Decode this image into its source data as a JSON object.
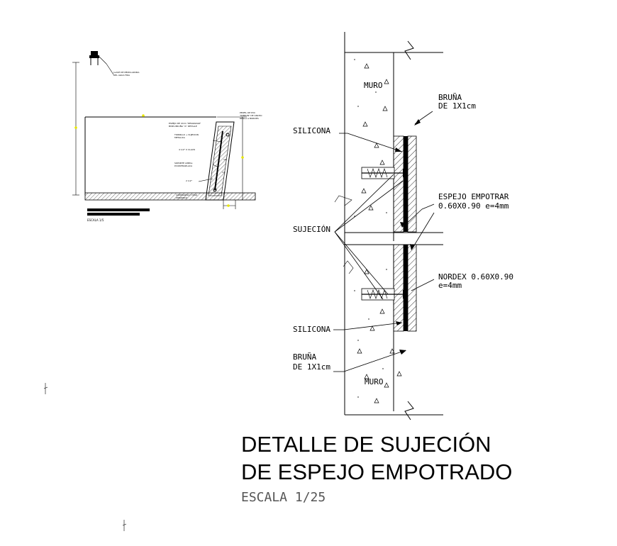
{
  "main_detail": {
    "labels": {
      "muro_top": "MURO",
      "muro_bottom": "MURO",
      "bruna_top_1": "BRUÑA",
      "bruna_top_2": "DE 1X1cm",
      "silicona_top": "SILICONA",
      "espejo_1": "ESPEJO EMPOTRAR",
      "espejo_2": "0.60X0.90 e=4mm",
      "sujecion": "SUJECIÓN",
      "nordex_1": "NORDEX 0.60X0.90",
      "nordex_2": "e=4mm",
      "silicona_bottom": "SILICONA",
      "bruna_bottom_1": "BRUÑA",
      "bruna_bottom_2": "DE 1X1cm"
    }
  },
  "title_block": {
    "title_line1": "DETALLE DE SUJECIÓN",
    "title_line2": "DE ESPEJO EMPOTRADO",
    "scale": "ESCALA 1/25"
  },
  "small_detail": {
    "scale": "ESCALA 1/5"
  },
  "colors": {
    "line": "#000000",
    "hatch": "#000000",
    "accent_point": "#e8e800",
    "subtitle": "#555555"
  }
}
